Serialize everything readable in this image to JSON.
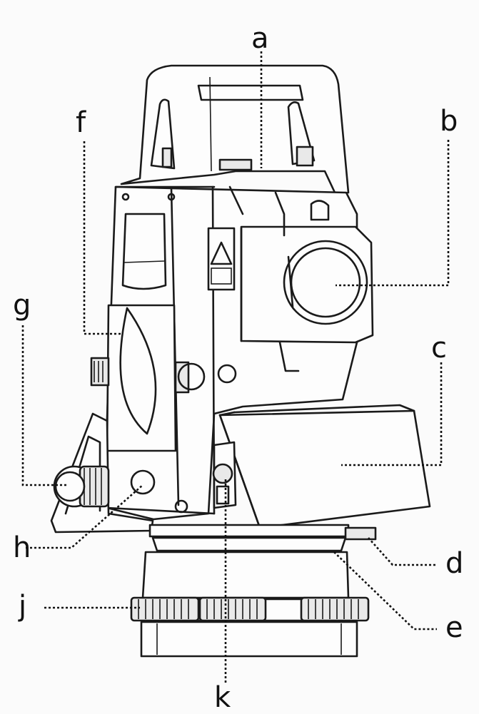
{
  "callouts": {
    "a": "a",
    "b": "b",
    "c": "c",
    "d": "d",
    "e": "e",
    "f": "f",
    "g": "g",
    "h": "h",
    "j": "j",
    "k": "k"
  },
  "colors": {
    "line": "#1a1a1a",
    "background": "#fbfbfb"
  }
}
